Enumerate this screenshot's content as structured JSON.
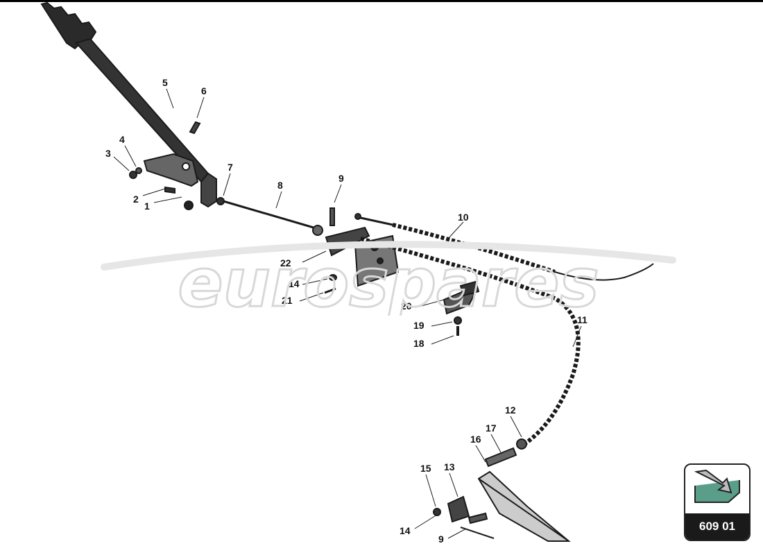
{
  "callouts": [
    "1",
    "2",
    "3",
    "4",
    "5",
    "6",
    "7",
    "8",
    "9",
    "10",
    "11",
    "12",
    "13",
    "14",
    "15",
    "16",
    "17",
    "18",
    "19",
    "20",
    "21",
    "22"
  ],
  "callouts_repeat": {
    "c14b": "14",
    "c9b": "9"
  },
  "watermark": {
    "text": "eurospares"
  },
  "badge": {
    "code": "609 01",
    "icon": "arrow-into-box-icon"
  }
}
